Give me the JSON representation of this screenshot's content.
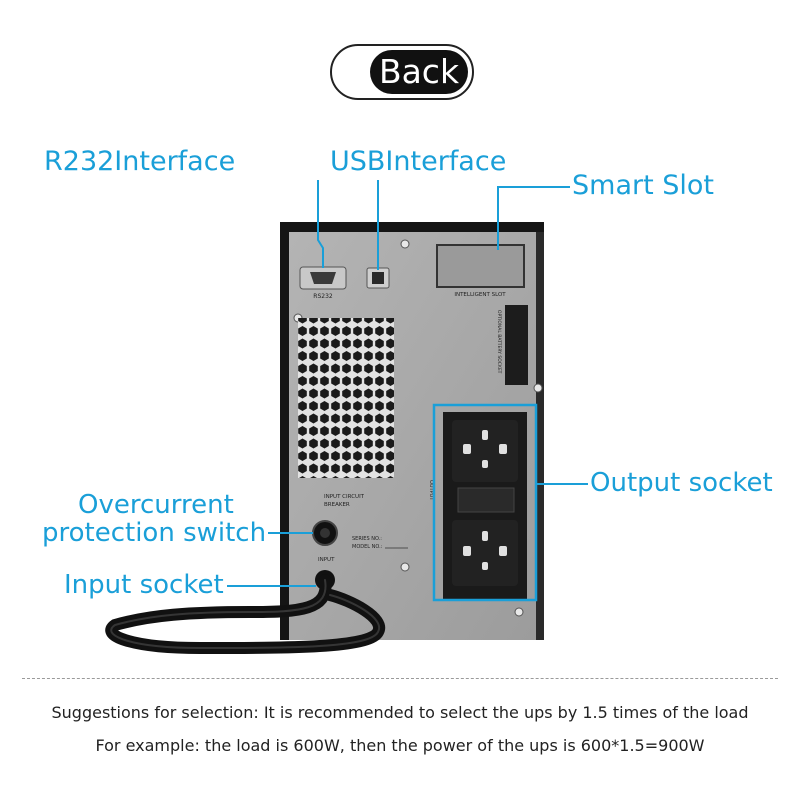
{
  "back_button": {
    "label": "Back"
  },
  "callouts": {
    "rs232": "R232Interface",
    "usb": "USBInterface",
    "smart_slot": "Smart Slot",
    "overcurrent_line1": "Overcurrent",
    "overcurrent_line2": "protection switch",
    "input_socket": "Input socket",
    "output_socket": "Output socket"
  },
  "panel_labels": {
    "rs232": "RS232",
    "intelligent_slot": "INTELLIGENT SLOT",
    "battery_socket": "OPTIONAL BATTERY SOCKET",
    "output": "OUTPUT",
    "breaker_line1": "INPUT CIRCUIT",
    "breaker_line2": "BREAKER",
    "series_no": "SERIES NO.:",
    "model_no": "MODEL NO.:",
    "input": "INPUT"
  },
  "notes": {
    "line1": "Suggestions for selection: It is recommended to select the ups by 1.5 times of the load",
    "line2": "For example: the load is 600W, then the power of the ups is 600*1.5=900W"
  },
  "colors": {
    "accent": "#1a9fd8",
    "panel": "#a9a9a9",
    "dark": "#111111"
  }
}
